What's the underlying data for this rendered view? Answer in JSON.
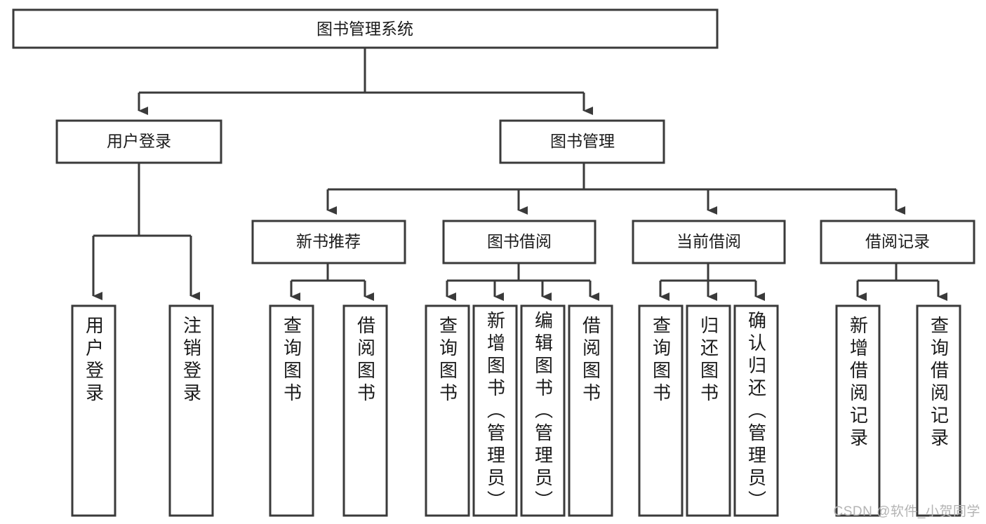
{
  "diagram": {
    "type": "tree",
    "title": "图书管理系统",
    "orientation": "top-down",
    "colors": {
      "box_stroke": "#3a3a3a",
      "box_fill": "#ffffff",
      "connector": "#3a3a3a",
      "text": "#1b1b1b",
      "watermark": "#b4b4b4"
    },
    "root": {
      "label": "图书管理系统"
    },
    "level2": [
      {
        "label": "用户登录"
      },
      {
        "label": "图书管理"
      }
    ],
    "level3": [
      {
        "label": "新书推荐"
      },
      {
        "label": "图书借阅"
      },
      {
        "label": "当前借阅"
      },
      {
        "label": "借阅记录"
      }
    ],
    "leaves": {
      "user_login": [
        {
          "label": "用户登录"
        },
        {
          "label": "注销登录"
        }
      ],
      "new_book_recommend": [
        {
          "label": "查询图书"
        },
        {
          "label": "借阅图书"
        }
      ],
      "book_borrow": [
        {
          "label": "查询图书"
        },
        {
          "label": "新增图书（管理员）"
        },
        {
          "label": "编辑图书（管理员）"
        },
        {
          "label": "借阅图书"
        }
      ],
      "current_borrow": [
        {
          "label": "查询图书"
        },
        {
          "label": "归还图书"
        },
        {
          "label": "确认归还（管理员）"
        }
      ],
      "borrow_record": [
        {
          "label": "新增借阅记录"
        },
        {
          "label": "查询借阅记录"
        }
      ]
    }
  },
  "watermark": {
    "text": "CSDN @软件_小贺同学"
  }
}
